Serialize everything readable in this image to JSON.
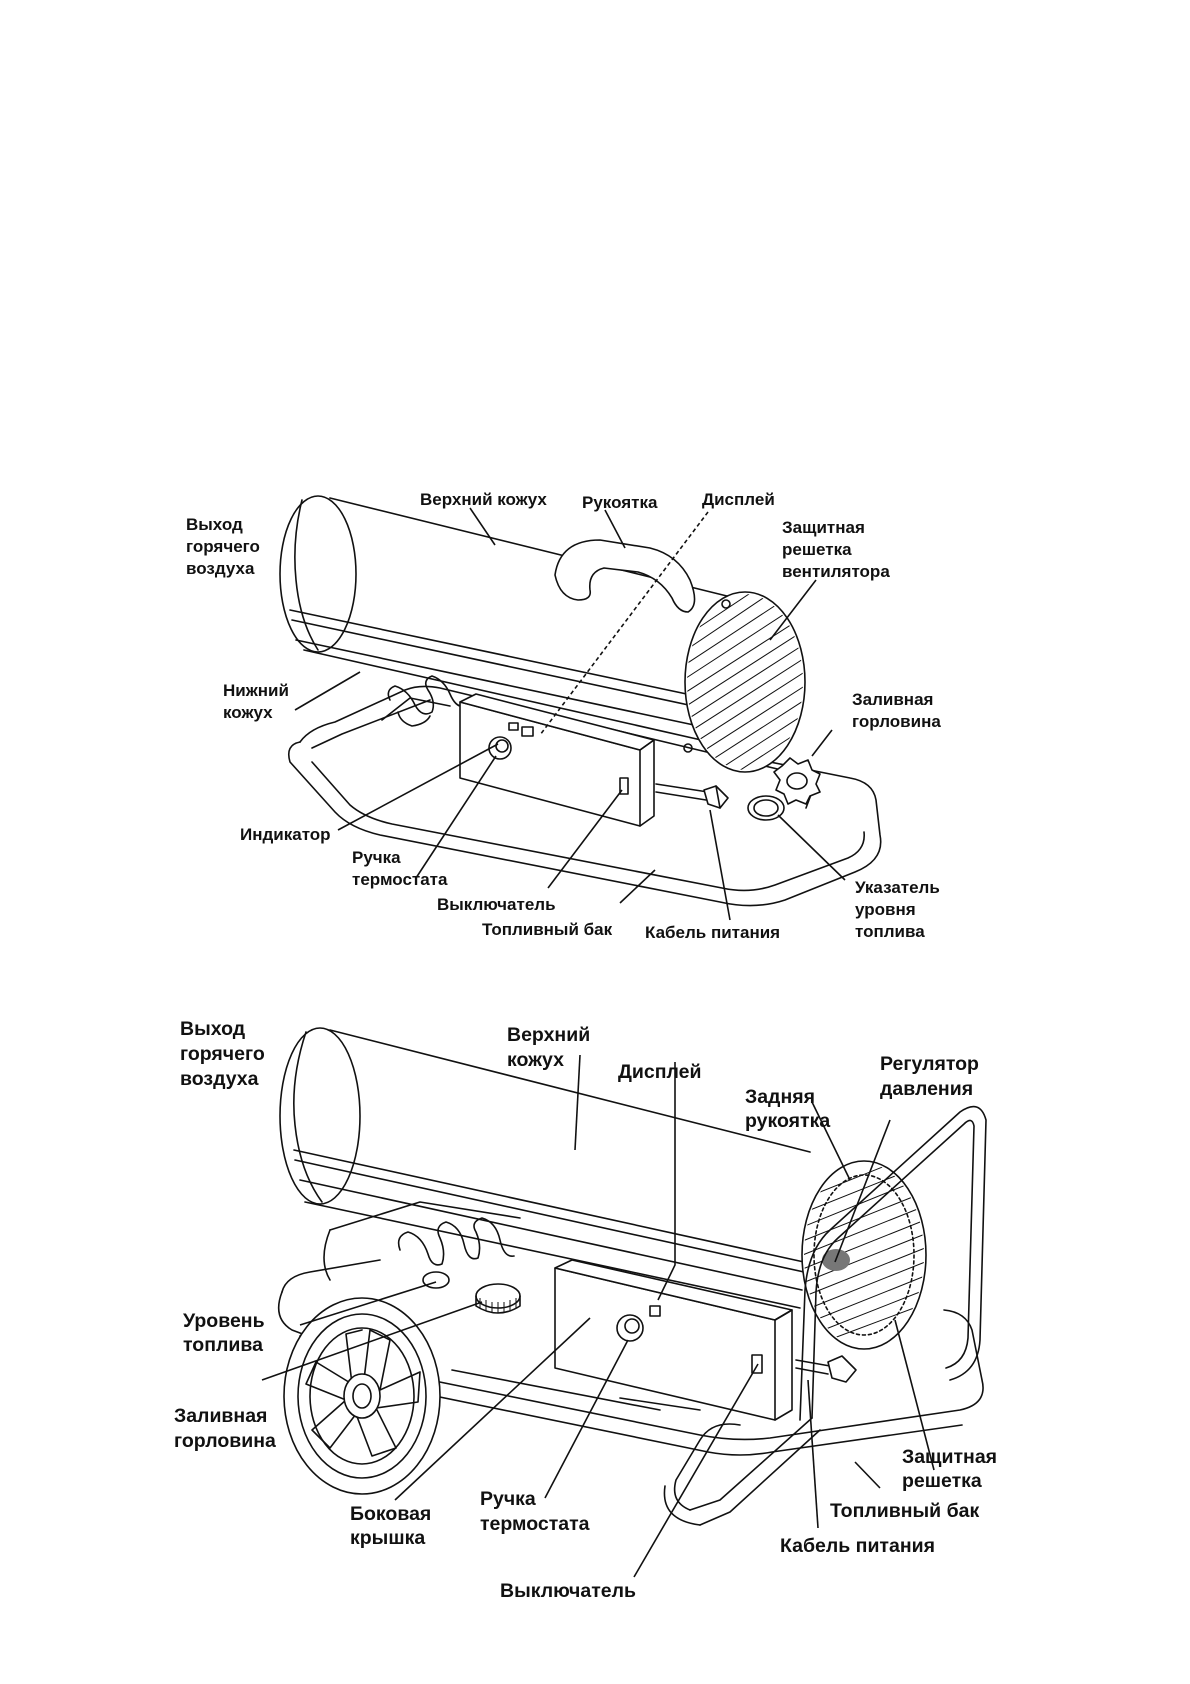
{
  "diagram_top": {
    "labels": [
      {
        "id": "hot-air-outlet",
        "lines": [
          "Выход",
          "горячего",
          "воздуха"
        ]
      },
      {
        "id": "upper-casing",
        "lines": [
          "Верхний кожух"
        ]
      },
      {
        "id": "handle",
        "lines": [
          "Рукоятка"
        ]
      },
      {
        "id": "display",
        "lines": [
          "Дисплей"
        ]
      },
      {
        "id": "fan-guard",
        "lines": [
          "Защитная",
          "решетка",
          "вентилятора"
        ]
      },
      {
        "id": "lower-casing",
        "lines": [
          "Нижний",
          "кожух"
        ]
      },
      {
        "id": "fuel-filler",
        "lines": [
          "Заливная",
          "горловина"
        ]
      },
      {
        "id": "indicator",
        "lines": [
          "Индикатор"
        ]
      },
      {
        "id": "thermostat-knob",
        "lines": [
          "Ручка",
          "термостата"
        ]
      },
      {
        "id": "switch",
        "lines": [
          "Выключатель"
        ]
      },
      {
        "id": "fuel-tank",
        "lines": [
          "Топливный бак"
        ]
      },
      {
        "id": "power-cable",
        "lines": [
          "Кабель питания"
        ]
      },
      {
        "id": "fuel-gauge",
        "lines": [
          "Указатель",
          "уровня",
          "топлива"
        ]
      }
    ]
  },
  "diagram_bottom": {
    "labels": [
      {
        "id": "hot-air-outlet",
        "lines": [
          "Выход",
          "горячего",
          "воздуха"
        ]
      },
      {
        "id": "upper-casing",
        "lines": [
          "Верхний",
          "кожух"
        ]
      },
      {
        "id": "display",
        "lines": [
          "Дисплей"
        ]
      },
      {
        "id": "rear-handle",
        "lines": [
          "Задняя",
          "рукоятка"
        ]
      },
      {
        "id": "pressure-regulator",
        "lines": [
          "Регулятор",
          "давления"
        ]
      },
      {
        "id": "fuel-level",
        "lines": [
          "Уровень",
          "топлива"
        ]
      },
      {
        "id": "fuel-filler",
        "lines": [
          "Заливная",
          "горловина"
        ]
      },
      {
        "id": "side-cover",
        "lines": [
          "Боковая",
          "крышка"
        ]
      },
      {
        "id": "thermostat-knob",
        "lines": [
          "Ручка",
          "термостата"
        ]
      },
      {
        "id": "switch",
        "lines": [
          "Выключатель"
        ]
      },
      {
        "id": "guard",
        "lines": [
          "Защитная",
          "решетка"
        ]
      },
      {
        "id": "fuel-tank",
        "lines": [
          "Топливный бак"
        ]
      },
      {
        "id": "power-cable",
        "lines": [
          "Кабель питания"
        ]
      }
    ]
  }
}
